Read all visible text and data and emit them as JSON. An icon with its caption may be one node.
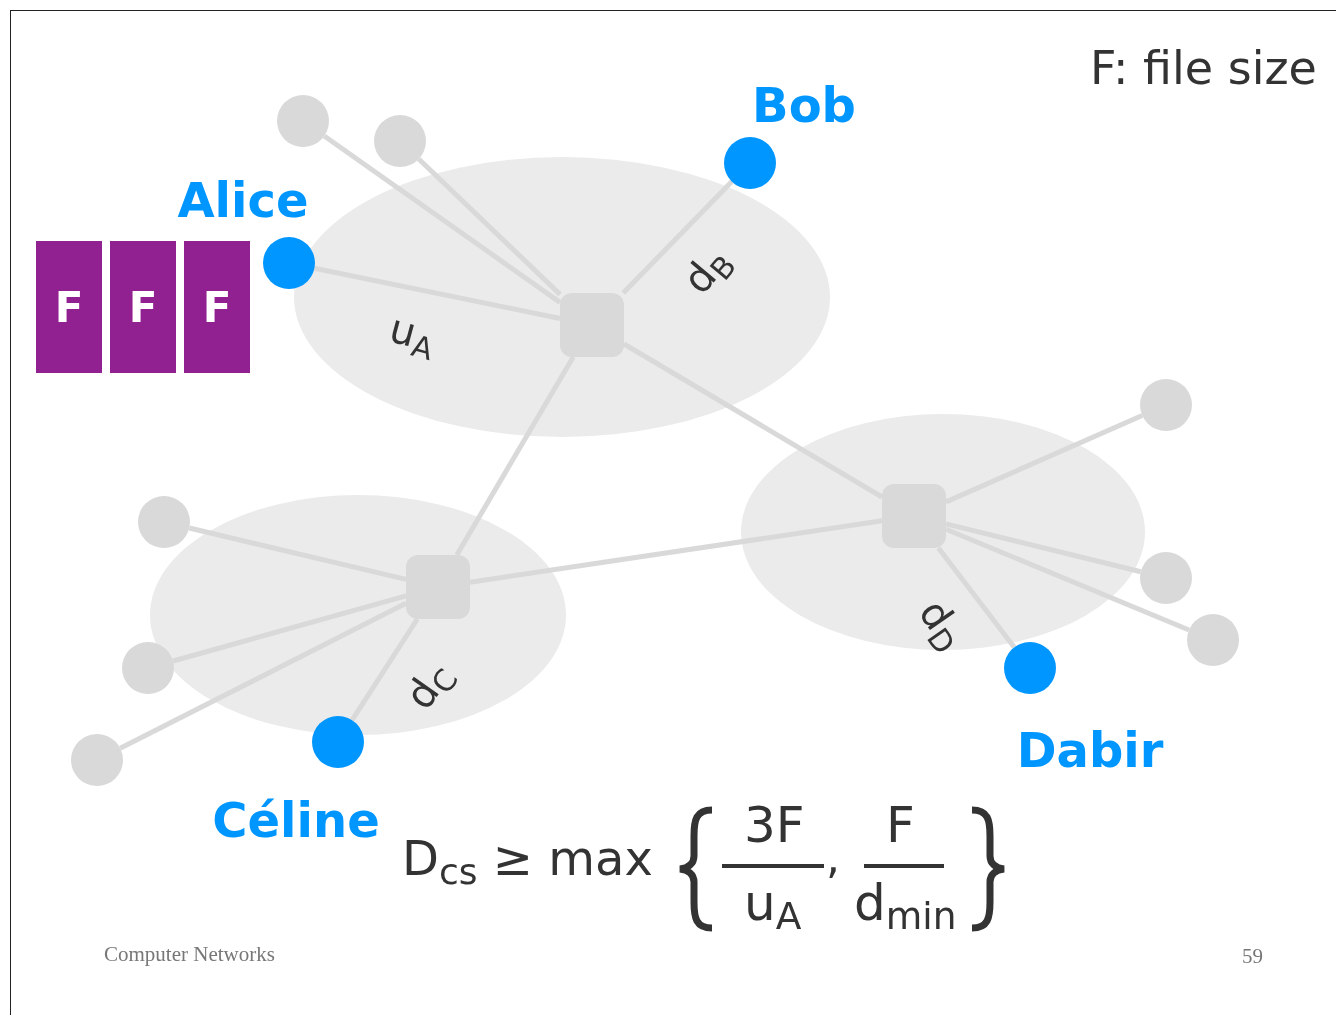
{
  "diagram": {
    "nodes": [
      {
        "text": [],
        "shape": "ellipse"
      },
      {
        "text": [],
        "shape": "box",
        "in": 0
      },
      {
        "text": [],
        "shape": "ellipse"
      },
      {
        "text": [],
        "shape": "box",
        "in": 2
      },
      {
        "text": [],
        "shape": "ellipse"
      },
      {
        "text": [],
        "shape": "box",
        "in": 4
      },
      {
        "text": [
          "Alice"
        ]
      },
      {
        "text": [
          "Bob"
        ]
      },
      {
        "text": [
          "Céline"
        ]
      },
      {
        "text": [
          "Dabir"
        ]
      },
      {
        "text": [],
        "shape": "circle"
      },
      {
        "text": [],
        "shape": "circle"
      },
      {
        "text": [],
        "shape": "circle"
      },
      {
        "text": [],
        "shape": "circle"
      },
      {
        "text": [],
        "shape": "circle"
      },
      {
        "text": [],
        "shape": "circle"
      },
      {
        "text": [],
        "shape": "circle"
      },
      {
        "text": [],
        "shape": "circle"
      },
      {
        "text": [
          "F"
        ]
      },
      {
        "text": [
          "F"
        ]
      },
      {
        "text": [
          "F"
        ]
      }
    ],
    "edges": [
      {
        "from": 6,
        "to": 1,
        "arrow": "none",
        "label": "u$_{A}$"
      },
      {
        "from": 7,
        "to": 1,
        "arrow": "none",
        "label": "d$_{B}$"
      },
      {
        "from": 10,
        "to": 1,
        "arrow": "none"
      },
      {
        "from": 11,
        "to": 1,
        "arrow": "none"
      },
      {
        "from": 1,
        "to": 3,
        "arrow": "none"
      },
      {
        "from": 1,
        "to": 5,
        "arrow": "none"
      },
      {
        "from": 3,
        "to": 5,
        "arrow": "none"
      },
      {
        "from": 12,
        "to": 3,
        "arrow": "none"
      },
      {
        "from": 13,
        "to": 3,
        "arrow": "none"
      },
      {
        "from": 14,
        "to": 3,
        "arrow": "none"
      },
      {
        "from": 8,
        "to": 3,
        "arrow": "none",
        "label": "d$_{C}$"
      },
      {
        "from": 15,
        "to": 5,
        "arrow": "none"
      },
      {
        "from": 16,
        "to": 5,
        "arrow": "none"
      },
      {
        "from": 17,
        "to": 5,
        "arrow": "none"
      },
      {
        "from": 9,
        "to": 5,
        "arrow": "none",
        "label": "d$_{D}$"
      }
    ],
    "labels": [
      "F: file size",
      "D$_{cs}$ ≥ max",
      "3F",
      "u$_{A}$",
      ",",
      "F",
      "d$_{min}$",
      "Computer Networks",
      "59"
    ]
  }
}
